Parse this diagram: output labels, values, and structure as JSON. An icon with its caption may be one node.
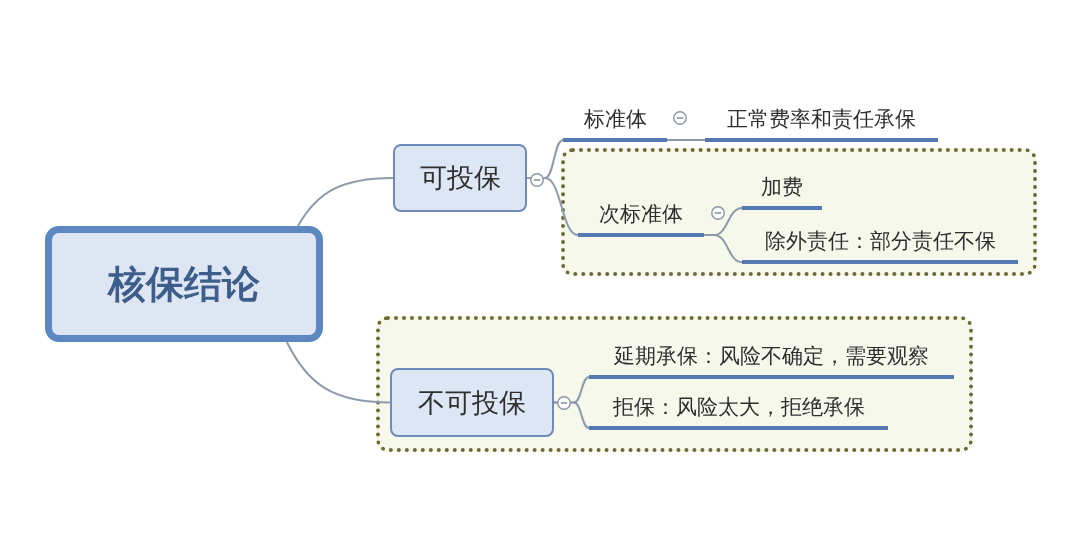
{
  "diagram": {
    "nodes": [
      {
        "text": [
          "核保结论"
        ]
      },
      {
        "text": [
          "可投保"
        ]
      },
      {
        "text": [
          "标准体"
        ]
      },
      {
        "text": [
          "正常费率和责任承保"
        ]
      },
      {
        "text": [],
        "shape": "box"
      },
      {
        "text": [
          "次标准体"
        ],
        "in": 4
      },
      {
        "text": [
          "加费"
        ],
        "in": 4
      },
      {
        "text": [
          "除外责任：部分责任不保"
        ],
        "in": 4
      },
      {
        "text": [],
        "shape": "box"
      },
      {
        "text": [
          "不可投保"
        ],
        "in": 8
      },
      {
        "text": [
          "延期承保：风险不确定，需要观察"
        ],
        "in": 8
      },
      {
        "text": [
          "拒保：风险太大，拒绝承保"
        ],
        "in": 8
      }
    ],
    "edges": [
      {
        "from": 0,
        "to": 1,
        "arrow": "none"
      },
      {
        "from": 1,
        "to": 2,
        "arrow": "none"
      },
      {
        "from": 1,
        "to": 5,
        "arrow": "none"
      },
      {
        "from": 2,
        "to": 3,
        "arrow": "none"
      },
      {
        "from": 5,
        "to": 6,
        "arrow": "none"
      },
      {
        "from": 5,
        "to": 7,
        "arrow": "none"
      },
      {
        "from": 0,
        "to": 9,
        "arrow": "none"
      },
      {
        "from": 9,
        "to": 10,
        "arrow": "none"
      },
      {
        "from": 9,
        "to": 11,
        "arrow": "none"
      }
    ]
  }
}
